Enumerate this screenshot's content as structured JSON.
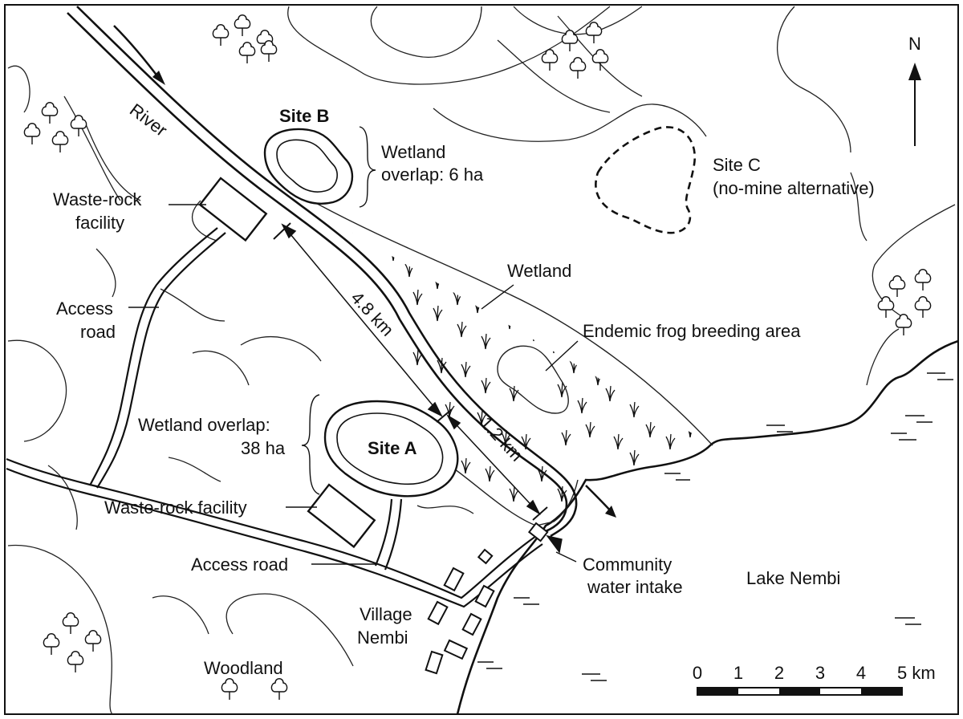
{
  "labels": {
    "river": "River",
    "site_b": "Site B",
    "site_b_overlap_1": "Wetland",
    "site_b_overlap_2": "overlap: 6 ha",
    "site_c_1": "Site C",
    "site_c_2": "(no-mine alternative)",
    "waste_rock_b_1": "Waste-rock",
    "waste_rock_b_2": "facility",
    "access_road_b_1": "Access",
    "access_road_b_2": "road",
    "distance_long": "4.8 km",
    "distance_short": "1.2 km",
    "wetland": "Wetland",
    "frog_area": "Endemic frog breeding area",
    "site_a": "Site A",
    "site_a_overlap_1": "Wetland overlap:",
    "site_a_overlap_2": "38 ha",
    "waste_rock_a": "Waste-rock facility",
    "access_road_a": "Access road",
    "community_intake_1": "Community",
    "community_intake_2": "water intake",
    "lake": "Lake Nembi",
    "village_1": "Village",
    "village_2": "Nembi",
    "woodland": "Woodland",
    "north": "N"
  },
  "scale_bar": {
    "ticks": [
      "0",
      "1",
      "2",
      "3",
      "4",
      "5 km"
    ]
  },
  "colors": {
    "ink": "#111111",
    "background": "#ffffff"
  }
}
